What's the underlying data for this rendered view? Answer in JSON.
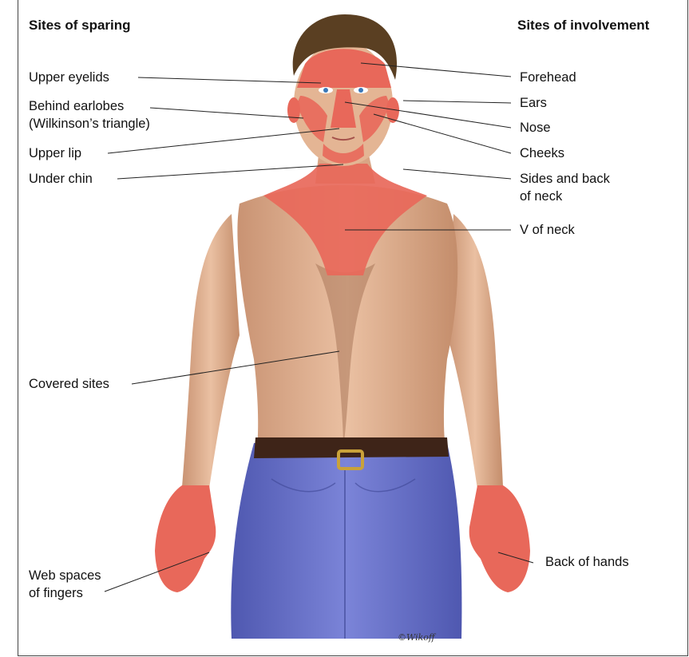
{
  "headers": {
    "left": "Sites of sparing",
    "right": "Sites of involvement"
  },
  "sparing_labels": [
    {
      "id": "upper-eyelids",
      "lines": [
        "Upper eyelids"
      ]
    },
    {
      "id": "behind-earlobes",
      "lines": [
        "Behind earlobes",
        "(Wilkinson’s triangle)"
      ]
    },
    {
      "id": "upper-lip",
      "lines": [
        "Upper lip"
      ]
    },
    {
      "id": "under-chin",
      "lines": [
        "Under chin"
      ]
    },
    {
      "id": "covered-sites",
      "lines": [
        "Covered sites"
      ]
    },
    {
      "id": "web-spaces",
      "lines": [
        "Web spaces",
        "of fingers"
      ]
    }
  ],
  "involvement_labels": [
    {
      "id": "forehead",
      "lines": [
        "Forehead"
      ]
    },
    {
      "id": "ears",
      "lines": [
        "Ears"
      ]
    },
    {
      "id": "nose",
      "lines": [
        "Nose"
      ]
    },
    {
      "id": "cheeks",
      "lines": [
        "Cheeks"
      ]
    },
    {
      "id": "neck-sides",
      "lines": [
        "Sides and back",
        "of neck"
      ]
    },
    {
      "id": "v-neck",
      "lines": [
        "V of neck"
      ]
    },
    {
      "id": "back-hands",
      "lines": [
        "Back of hands"
      ]
    }
  ],
  "signature": "©Wikoff",
  "colors": {
    "involved": "#e8685a",
    "skin": "#e2b393",
    "jeans": "#6872c8",
    "hair": "#5a3f22",
    "belt": "#3e2418",
    "leader_line": "#222222"
  }
}
